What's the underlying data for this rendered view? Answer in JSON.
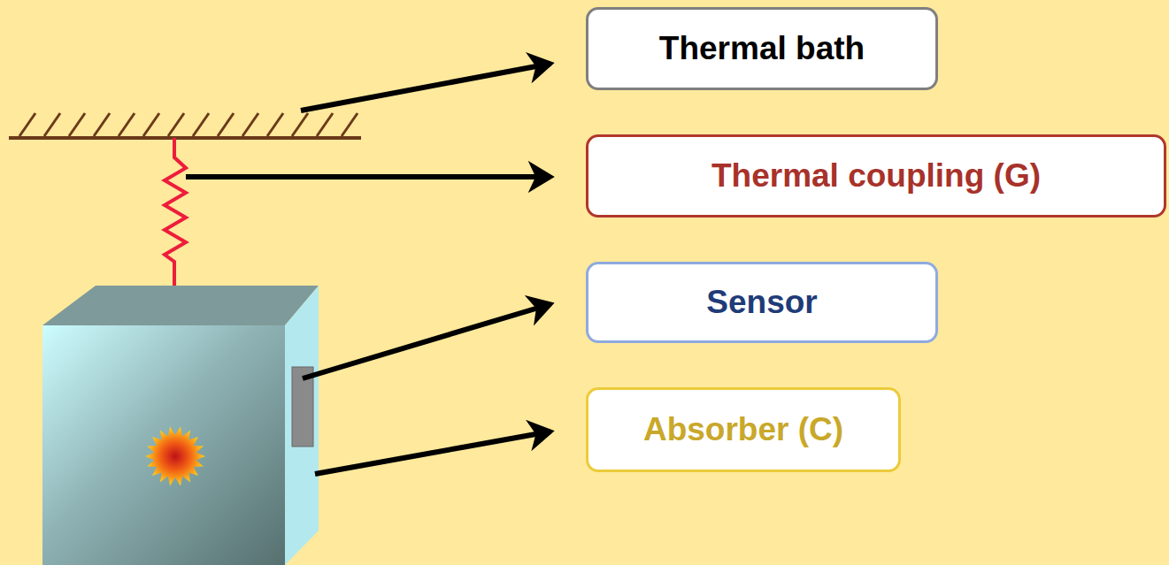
{
  "diagram": {
    "nodes": [
      {
        "text": [
          "Thermal bath"
        ]
      },
      {
        "text": [
          "Thermal coupling (G)"
        ]
      },
      {
        "text": [
          "Sensor"
        ]
      },
      {
        "text": [
          "Absorber (C)"
        ]
      }
    ]
  }
}
